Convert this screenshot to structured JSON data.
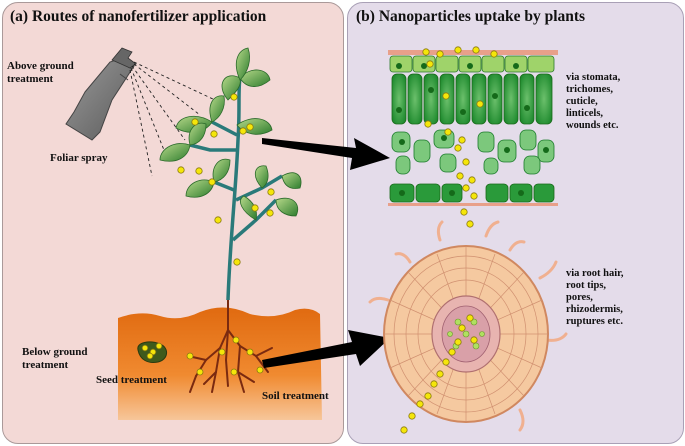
{
  "panel_a": {
    "title": "(a) Routes of nanofertilizer application",
    "above_ground": "Above ground treatment",
    "foliar_spray": "Foliar spray",
    "below_ground": "Below ground treatment",
    "seed_treatment": "Seed treatment",
    "soil_treatment": "Soil treatment"
  },
  "panel_b": {
    "title": "(b) Nanoparticles uptake by plants",
    "leaf_routes": [
      "via stomata,",
      "trichomes,",
      "cuticle,",
      "linticels,",
      "wounds etc."
    ],
    "root_routes": [
      "via root hair,",
      "root tips,",
      "pores,",
      "rhizodermis,",
      "ruptures etc."
    ]
  },
  "colors": {
    "panel_a_bg": "#f3d9d6",
    "panel_b_bg": "#e4dcea",
    "leaf_green": "#2a8a2a",
    "nanoparticle_yellow": "#f5e60a",
    "soil_orange": "#e8841e",
    "root_brown": "#7a2a10",
    "root_cortex": "#f5c9a0"
  }
}
